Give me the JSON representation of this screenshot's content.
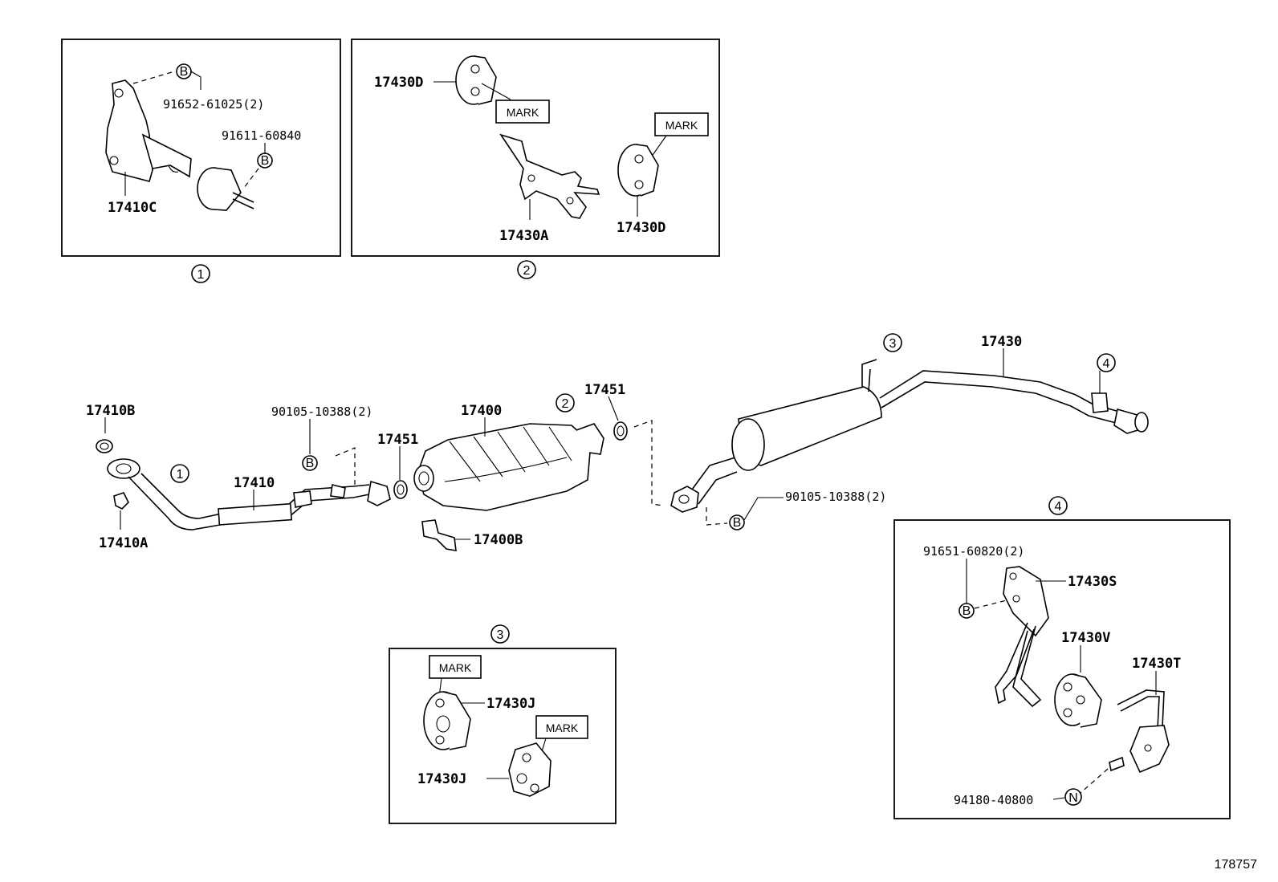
{
  "diagram_id": "178757",
  "callouts": {
    "c1": "1",
    "c2": "2",
    "c3": "3",
    "c4": "4"
  },
  "fastener_symbols": {
    "bolt": "B",
    "nut": "N"
  },
  "mark_label": "MARK",
  "inset1": {
    "parts": {
      "bolt_91652": "91652-61025(2)",
      "bolt_91611": "91611-60840",
      "bracket": "17410C"
    }
  },
  "inset2": {
    "parts": {
      "hanger_top": "17430D",
      "bracket": "17430A",
      "hanger_right": "17430D"
    }
  },
  "inset3": {
    "parts": {
      "hanger_a": "17430J",
      "hanger_b": "17430J"
    }
  },
  "inset4": {
    "parts": {
      "bolt": "91651-60820(2)",
      "bracket_s": "17430S",
      "hanger_v": "17430V",
      "bracket_t": "17430T",
      "nut": "94180-40800"
    }
  },
  "main": {
    "parts": {
      "gasket_17410b": "17410B",
      "nut_17410a": "17410A",
      "front_pipe": "17410",
      "bolt_front": "90105-10388(2)",
      "gasket_front": "17451",
      "converter": "17400",
      "gasket_rear": "17451",
      "converter_bracket": "17400B",
      "tail_pipe": "17430",
      "bolt_rear": "90105-10388(2)"
    }
  }
}
